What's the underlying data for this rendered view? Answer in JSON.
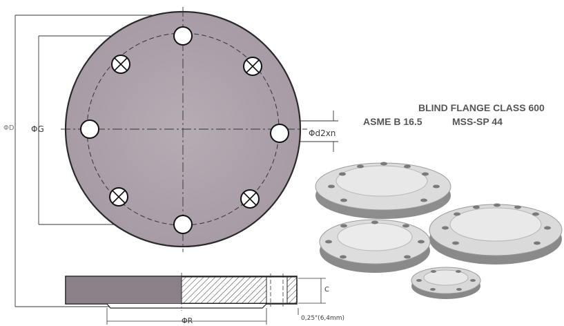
{
  "drawing": {
    "labels": {
      "outer_diameter": "ΦD",
      "bolt_circle": "ΦG",
      "bolt_holes": "Φd2xn",
      "face_diameter": "ΦR",
      "thickness": "C",
      "raised_face": "0,25\"(6,4mm)"
    },
    "bolt_hole_count": 8
  },
  "product": {
    "title": "BLIND FLANGE CLASS 600",
    "standard_1": "ASME B 16.5",
    "standard_2": "MSS-SP 44"
  }
}
